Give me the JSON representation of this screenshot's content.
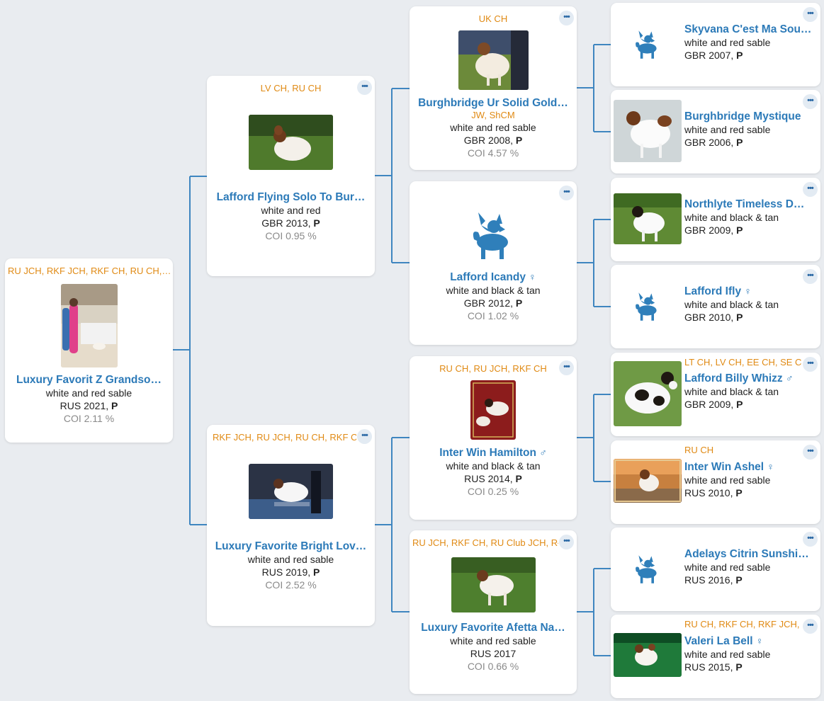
{
  "dogs": {
    "d0": {
      "titles": "RU JCH, RKF JCH, RKF CH, RU CH,…",
      "name": "Luxury Favorit Z Grandso…",
      "sex": "",
      "color": "white and red sable",
      "country_year": "RUS 2021, ",
      "breed": "P",
      "coi": "COI 2.11 %"
    },
    "d1": {
      "titles": "LV CH, RU CH",
      "name": "Lafford Flying Solo To Bur…",
      "sex": "",
      "color": "white and red",
      "country_year": "GBR 2013, ",
      "breed": "P",
      "coi": "COI 0.95 %"
    },
    "d2": {
      "titles": "RKF JCH, RU JCH, RU CH, RKF C",
      "name": "Luxury Favorite Bright Lov…",
      "sex": "",
      "color": "white and red sable",
      "country_year": "RUS 2019, ",
      "breed": "P",
      "coi": "COI 2.52 %"
    },
    "d3": {
      "titles": "UK CH",
      "name": "Burghbridge Ur Solid Gold…",
      "subtitles": "JW, ShCM",
      "sex": "",
      "color": "white and red sable",
      "country_year": "GBR 2008, ",
      "breed": "P",
      "coi": "COI 4.57 %"
    },
    "d4": {
      "titles": "",
      "name": "Lafford Icandy",
      "sex": "♀",
      "color": "white and black & tan",
      "country_year": "GBR 2012, ",
      "breed": "P",
      "coi": "COI 1.02 %"
    },
    "d5": {
      "titles": "RU CH, RU JCH, RKF CH",
      "name": "Inter Win Hamilton",
      "sex": "♂",
      "color": "white and black & tan",
      "country_year": "RUS 2014, ",
      "breed": "P",
      "coi": "COI 0.25 %"
    },
    "d6": {
      "titles": "RU JCH, RKF CH, RU Club JCH, Rł",
      "name": "Luxury Favorite Afetta Na…",
      "sex": "",
      "color": "white and red sable",
      "country_year": "RUS 2017",
      "breed": "",
      "coi": "COI 0.66 %"
    },
    "d7": {
      "titles": "",
      "name": "Skyvana C'est Ma Sou…",
      "sex": "",
      "color": "white and red sable",
      "country_year": "GBR 2007, ",
      "breed": "P"
    },
    "d8": {
      "titles": "",
      "name": "Burghbridge Mystique",
      "sex": "",
      "color": "white and red sable",
      "country_year": "GBR 2006, ",
      "breed": "P"
    },
    "d9": {
      "titles": "",
      "name": "Northlyte Timeless D…",
      "sex": "",
      "color": "white and black & tan",
      "country_year": "GBR 2009, ",
      "breed": "P"
    },
    "d10": {
      "titles": "",
      "name": "Lafford Ifly",
      "sex": "♀",
      "color": "white and black & tan",
      "country_year": "GBR 2010, ",
      "breed": "P"
    },
    "d11": {
      "titles": "LT CH, LV CH, EE CH, SE C",
      "name": "Lafford Billy Whizz",
      "sex": "♂",
      "color": "white and black & tan",
      "country_year": "GBR 2009, ",
      "breed": "P"
    },
    "d12": {
      "titles": "RU CH",
      "name": "Inter Win Ashel",
      "sex": "♀",
      "color": "white and red sable",
      "country_year": "RUS 2010, ",
      "breed": "P"
    },
    "d13": {
      "titles": "",
      "name": "Adelays Citrin Sunshi…",
      "sex": "",
      "color": "white and red sable",
      "country_year": "RUS 2016, ",
      "breed": "P"
    },
    "d14": {
      "titles": "RU CH, RKF CH, RKF JCH, I",
      "name": "Valeri La Bell",
      "sex": "♀",
      "color": "white and red sable",
      "country_year": "RUS 2015, ",
      "breed": "P"
    }
  },
  "more_button_label": "•••",
  "colors": {
    "accent": "#2c7ab8",
    "title_orange": "#e08a14",
    "line": "#3f86c0",
    "background": "#e9ecf0"
  },
  "icons": {
    "placeholder": "papillon-silhouette-icon",
    "more": "more-options-icon"
  }
}
